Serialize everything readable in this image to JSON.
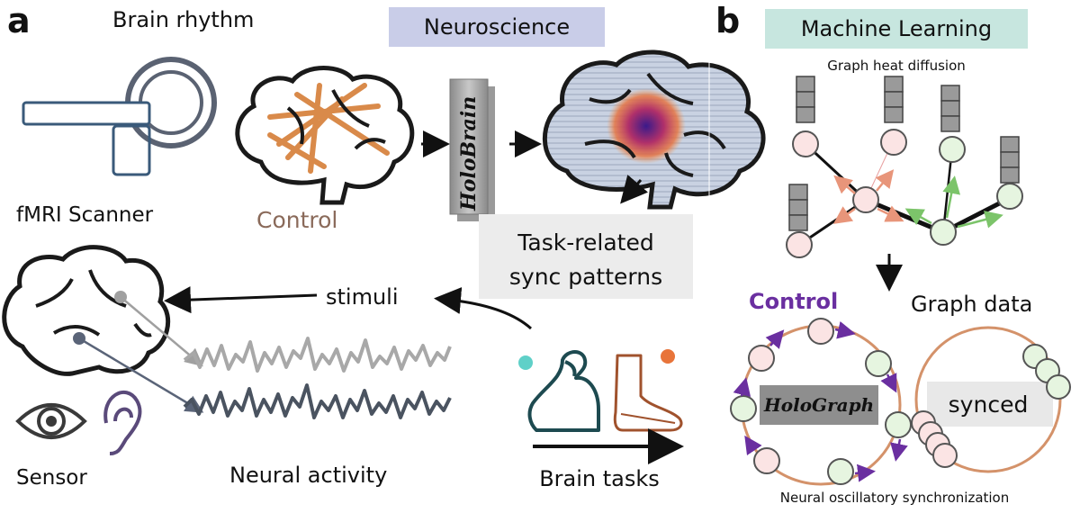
{
  "panel_a": {
    "letter": "a",
    "brain_rhythm": "Brain rhythm",
    "section_label": "Neuroscience",
    "fmri_label": "fMRI Scanner",
    "control_label": "Control",
    "holobrain_label": "HoloBrain",
    "task_sync_line1": "Task-related",
    "task_sync_line2": "sync patterns",
    "stimuli_label": "stimuli",
    "sensor_label": "Sensor",
    "neural_activity_label": "Neural activity",
    "brain_tasks_label": "Brain tasks"
  },
  "panel_b": {
    "letter": "b",
    "section_label": "Machine Learning",
    "graph_heat_label": "Graph heat diffusion",
    "control_label": "Control",
    "graph_data_label": "Graph data",
    "holograph_label": "HoloGraph",
    "synced_label": "synced",
    "neural_sync_label": "Neural oscillatory synchronization"
  },
  "colors": {
    "neuro_bg": "#c9cde8",
    "ml_bg": "#c7e6df",
    "control_brown": "#8a6a5a",
    "control_purple": "#6a2fa0",
    "salmon": "#e8957a",
    "green": "#7cc46a",
    "dark": "#1a1a1a",
    "wave_gray": "#a8a8a8",
    "wave_dark": "#4a5360",
    "teal_dot": "#5fd0c8",
    "orange_dot": "#e8743a",
    "ring": "#d4926a"
  }
}
